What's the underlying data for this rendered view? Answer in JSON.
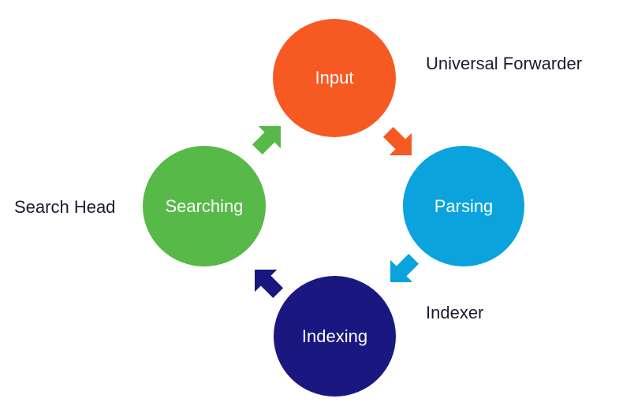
{
  "nodes": {
    "input": {
      "label": "Input",
      "color": "#f65a22"
    },
    "parsing": {
      "label": "Parsing",
      "color": "#0aa3dd"
    },
    "indexing": {
      "label": "Indexing",
      "color": "#1a1781"
    },
    "searching": {
      "label": "Searching",
      "color": "#57b947"
    }
  },
  "roles": {
    "forwarder": "Universal Forwarder",
    "indexer": "Indexer",
    "search_head": "Search Head"
  },
  "arrows": [
    {
      "from": "Input",
      "to": "Parsing",
      "color": "#f65a22"
    },
    {
      "from": "Parsing",
      "to": "Indexing",
      "color": "#0aa3dd"
    },
    {
      "from": "Indexing",
      "to": "Searching",
      "color": "#1a1781"
    },
    {
      "from": "Searching",
      "to": "Input",
      "color": "#57b947"
    }
  ]
}
